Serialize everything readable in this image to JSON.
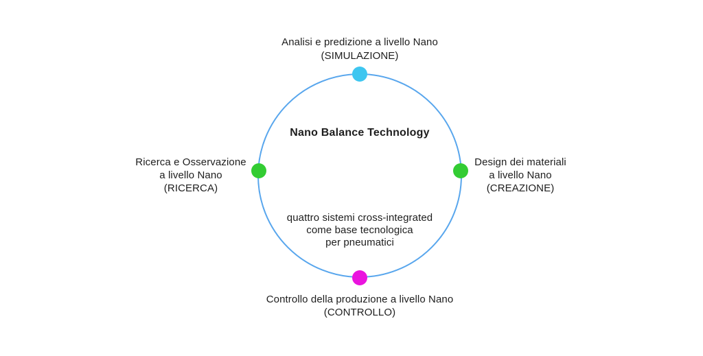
{
  "diagram": {
    "center_title": "Nano Balance Technology",
    "center_description": {
      "line1": "quattro sistemi cross-integrated",
      "line2": "come base tecnologica",
      "line3": "per pneumatici"
    },
    "circle_color": "#58a6ed",
    "text_color": "#1d1d1d",
    "nodes": {
      "top": {
        "dot_color": "#3ec6f0",
        "line1": "Analisi e predizione a livello Nano",
        "line2": "(SIMULAZIONE)"
      },
      "left": {
        "dot_color": "#33cc33",
        "line1": "Ricerca e Osservazione",
        "line2": "a livello Nano",
        "line3": "(RICERCA)"
      },
      "right": {
        "dot_color": "#33cc33",
        "line1": "Design dei materiali",
        "line2": "a livello Nano",
        "line3": "(CREAZIONE)"
      },
      "bottom": {
        "dot_color": "#ea14de",
        "line1": "Controllo della produzione a livello Nano",
        "line2": "(CONTROLLO)"
      }
    }
  }
}
